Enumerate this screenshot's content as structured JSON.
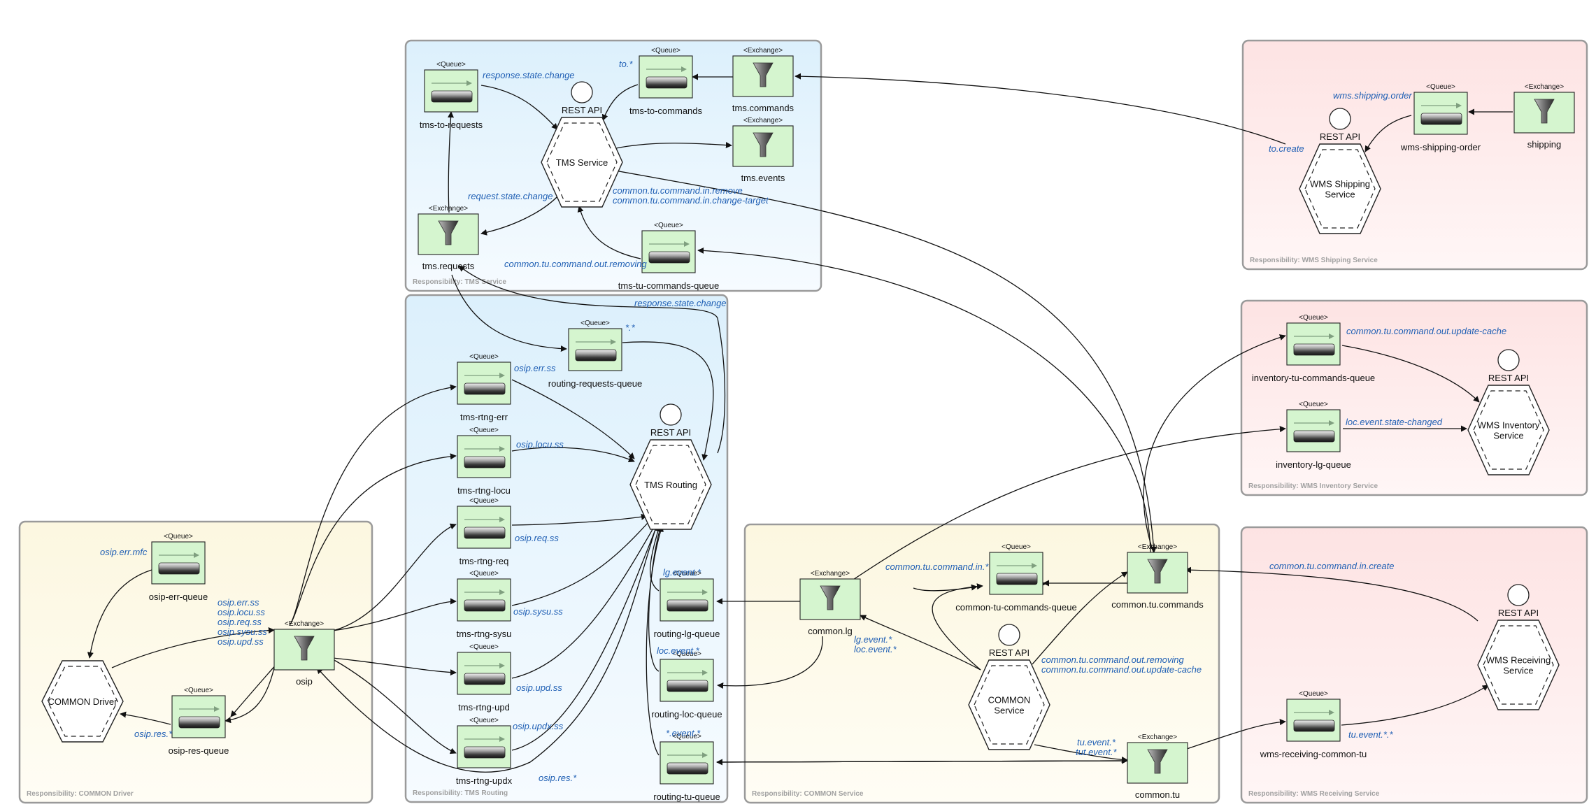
{
  "stereotypes": {
    "queue": "<Queue>",
    "exchange": "<Exchange>",
    "rest_api": "REST API"
  },
  "regions": [
    {
      "id": "tms-service",
      "label": "Responsibility: TMS Service",
      "kind": "blue"
    },
    {
      "id": "tms-routing",
      "label": "Responsibility: TMS Routing",
      "kind": "blue"
    },
    {
      "id": "common-driver",
      "label": "Responsibility: COMMON Driver",
      "kind": "yellow"
    },
    {
      "id": "common-service",
      "label": "Responsibility: COMMON Service",
      "kind": "yellow"
    },
    {
      "id": "wms-shipping",
      "label": "Responsibility: WMS Shipping Service",
      "kind": "pink"
    },
    {
      "id": "wms-inventory",
      "label": "Responsibility: WMS Inventory Service",
      "kind": "pink"
    },
    {
      "id": "wms-receiving",
      "label": "Responsibility: WMS Receiving Service",
      "kind": "pink"
    }
  ],
  "services": [
    {
      "id": "tms-service",
      "lines": [
        "TMS Service"
      ],
      "rest_api": true
    },
    {
      "id": "tms-routing",
      "lines": [
        "TMS Routing"
      ],
      "rest_api": true
    },
    {
      "id": "common-driver",
      "lines": [
        "COMMON Driver"
      ],
      "rest_api": false
    },
    {
      "id": "common-service",
      "lines": [
        "COMMON",
        "Service"
      ],
      "rest_api": true
    },
    {
      "id": "wms-shipping",
      "lines": [
        "WMS Shipping",
        "Service"
      ],
      "rest_api": true
    },
    {
      "id": "wms-inventory",
      "lines": [
        "WMS Inventory",
        "Service"
      ],
      "rest_api": true
    },
    {
      "id": "wms-receiving",
      "lines": [
        "WMS Receiving",
        "Service"
      ],
      "rest_api": true
    }
  ],
  "queues": [
    {
      "id": "tms-to-requests",
      "name": "tms-to-requests"
    },
    {
      "id": "tms-to-commands",
      "name": "tms-to-commands"
    },
    {
      "id": "tms-tu-commands-queue",
      "name": "tms-tu-commands-queue"
    },
    {
      "id": "routing-requests-queue",
      "name": "routing-requests-queue"
    },
    {
      "id": "tms-rtng-err",
      "name": "tms-rtng-err"
    },
    {
      "id": "tms-rtng-locu",
      "name": "tms-rtng-locu"
    },
    {
      "id": "tms-rtng-req",
      "name": "tms-rtng-req"
    },
    {
      "id": "tms-rtng-sysu",
      "name": "tms-rtng-sysu"
    },
    {
      "id": "tms-rtng-upd",
      "name": "tms-rtng-upd"
    },
    {
      "id": "tms-rtng-updx",
      "name": "tms-rtng-updx"
    },
    {
      "id": "routing-lg-queue",
      "name": "routing-lg-queue"
    },
    {
      "id": "routing-loc-queue",
      "name": "routing-loc-queue"
    },
    {
      "id": "routing-tu-queue",
      "name": "routing-tu-queue"
    },
    {
      "id": "osip-err-queue",
      "name": "osip-err-queue"
    },
    {
      "id": "osip-res-queue",
      "name": "osip-res-queue"
    },
    {
      "id": "common-tu-commands-queue",
      "name": "common-tu-commands-queue"
    },
    {
      "id": "wms-shipping-order",
      "name": "wms-shipping-order"
    },
    {
      "id": "inventory-tu-commands-queue",
      "name": "inventory-tu-commands-queue"
    },
    {
      "id": "inventory-lg-queue",
      "name": "inventory-lg-queue"
    },
    {
      "id": "wms-receiving-common-tu",
      "name": "wms-receiving-common-tu"
    }
  ],
  "exchanges": [
    {
      "id": "tms-commands",
      "name": "tms.commands"
    },
    {
      "id": "tms-events",
      "name": "tms.events"
    },
    {
      "id": "tms-requests",
      "name": "tms.requests"
    },
    {
      "id": "osip",
      "name": "osip"
    },
    {
      "id": "common-lg",
      "name": "common.lg"
    },
    {
      "id": "common-tu-commands",
      "name": "common.tu.commands"
    },
    {
      "id": "common-tu",
      "name": "common.tu"
    },
    {
      "id": "shipping",
      "name": "shipping"
    }
  ],
  "labels": [
    {
      "id": "l-response-state-change",
      "text": "response.state.change"
    },
    {
      "id": "l-to",
      "text": "to.*"
    },
    {
      "id": "l-request-state-change",
      "text": "request.state.change"
    },
    {
      "id": "l-tu-command-in-remove",
      "text": "common.tu.command.in.remove"
    },
    {
      "id": "l-tu-command-in-change-target",
      "text": "common.tu.command.in.change-target"
    },
    {
      "id": "l-tu-command-out-removing",
      "text": "common.tu.command.out.removing"
    },
    {
      "id": "l-response-state-change-2",
      "text": "response.state.change"
    },
    {
      "id": "l-dots",
      "text": "*.*"
    },
    {
      "id": "l-osip-err-ss",
      "text": "osip.err.ss"
    },
    {
      "id": "l-osip-locu-ss",
      "text": "osip.locu.ss"
    },
    {
      "id": "l-osip-req-ss",
      "text": "osip.req.ss"
    },
    {
      "id": "l-osip-sysu-ss",
      "text": "osip.sysu.ss"
    },
    {
      "id": "l-osip-upd-ss",
      "text": "osip.upd.ss"
    },
    {
      "id": "l-osip-updx-ss",
      "text": "osip.updx.ss"
    },
    {
      "id": "l-osip-res",
      "text": "osip.res.*"
    },
    {
      "id": "l-lg-event",
      "text": "lg.event.*"
    },
    {
      "id": "l-loc-event",
      "text": "loc.event.*"
    },
    {
      "id": "l-star-event",
      "text": "*.event.*"
    },
    {
      "id": "l-osip-err-mfc",
      "text": "osip.err.mfc"
    },
    {
      "id": "l-osip-list-1",
      "text": "osip.err.ss"
    },
    {
      "id": "l-osip-list-2",
      "text": "osip.locu.ss"
    },
    {
      "id": "l-osip-list-3",
      "text": "osip.req.ss"
    },
    {
      "id": "l-osip-list-4",
      "text": "osip.sysu.ss"
    },
    {
      "id": "l-osip-list-5",
      "text": "osip.upd.ss"
    },
    {
      "id": "l-osip-res-2",
      "text": "osip.res.*"
    },
    {
      "id": "l-common-tu-command-in",
      "text": "common.tu.command.in.*"
    },
    {
      "id": "l-lg-loc-1",
      "text": "lg.event.*"
    },
    {
      "id": "l-lg-loc-2",
      "text": "loc.event.*"
    },
    {
      "id": "l-out-removing",
      "text": "common.tu.command.out.removing"
    },
    {
      "id": "l-out-update-cache",
      "text": "common.tu.command.out.update-cache"
    },
    {
      "id": "l-tu-event-1",
      "text": "tu.event.*"
    },
    {
      "id": "l-tu-event-2",
      "text": "tut.event.*"
    },
    {
      "id": "l-wms-shipping-order",
      "text": "wms.shipping.order"
    },
    {
      "id": "l-to-create",
      "text": "to.create"
    },
    {
      "id": "l-inv-update-cache",
      "text": "common.tu.command.out.update-cache"
    },
    {
      "id": "l-loc-state-changed",
      "text": "loc.event.state-changed"
    },
    {
      "id": "l-in-create",
      "text": "common.tu.command.in.create"
    },
    {
      "id": "l-tu-event-star",
      "text": "tu.event.*.*"
    }
  ],
  "colors": {
    "blue_fill": "#e6f4fd",
    "yellow_fill": "#fdfbe8",
    "pink_fill": "#fde7e7",
    "region_border": "#9a9a9a",
    "node_fill": "#d5f5cf",
    "label_blue": "#1f5fb4"
  }
}
